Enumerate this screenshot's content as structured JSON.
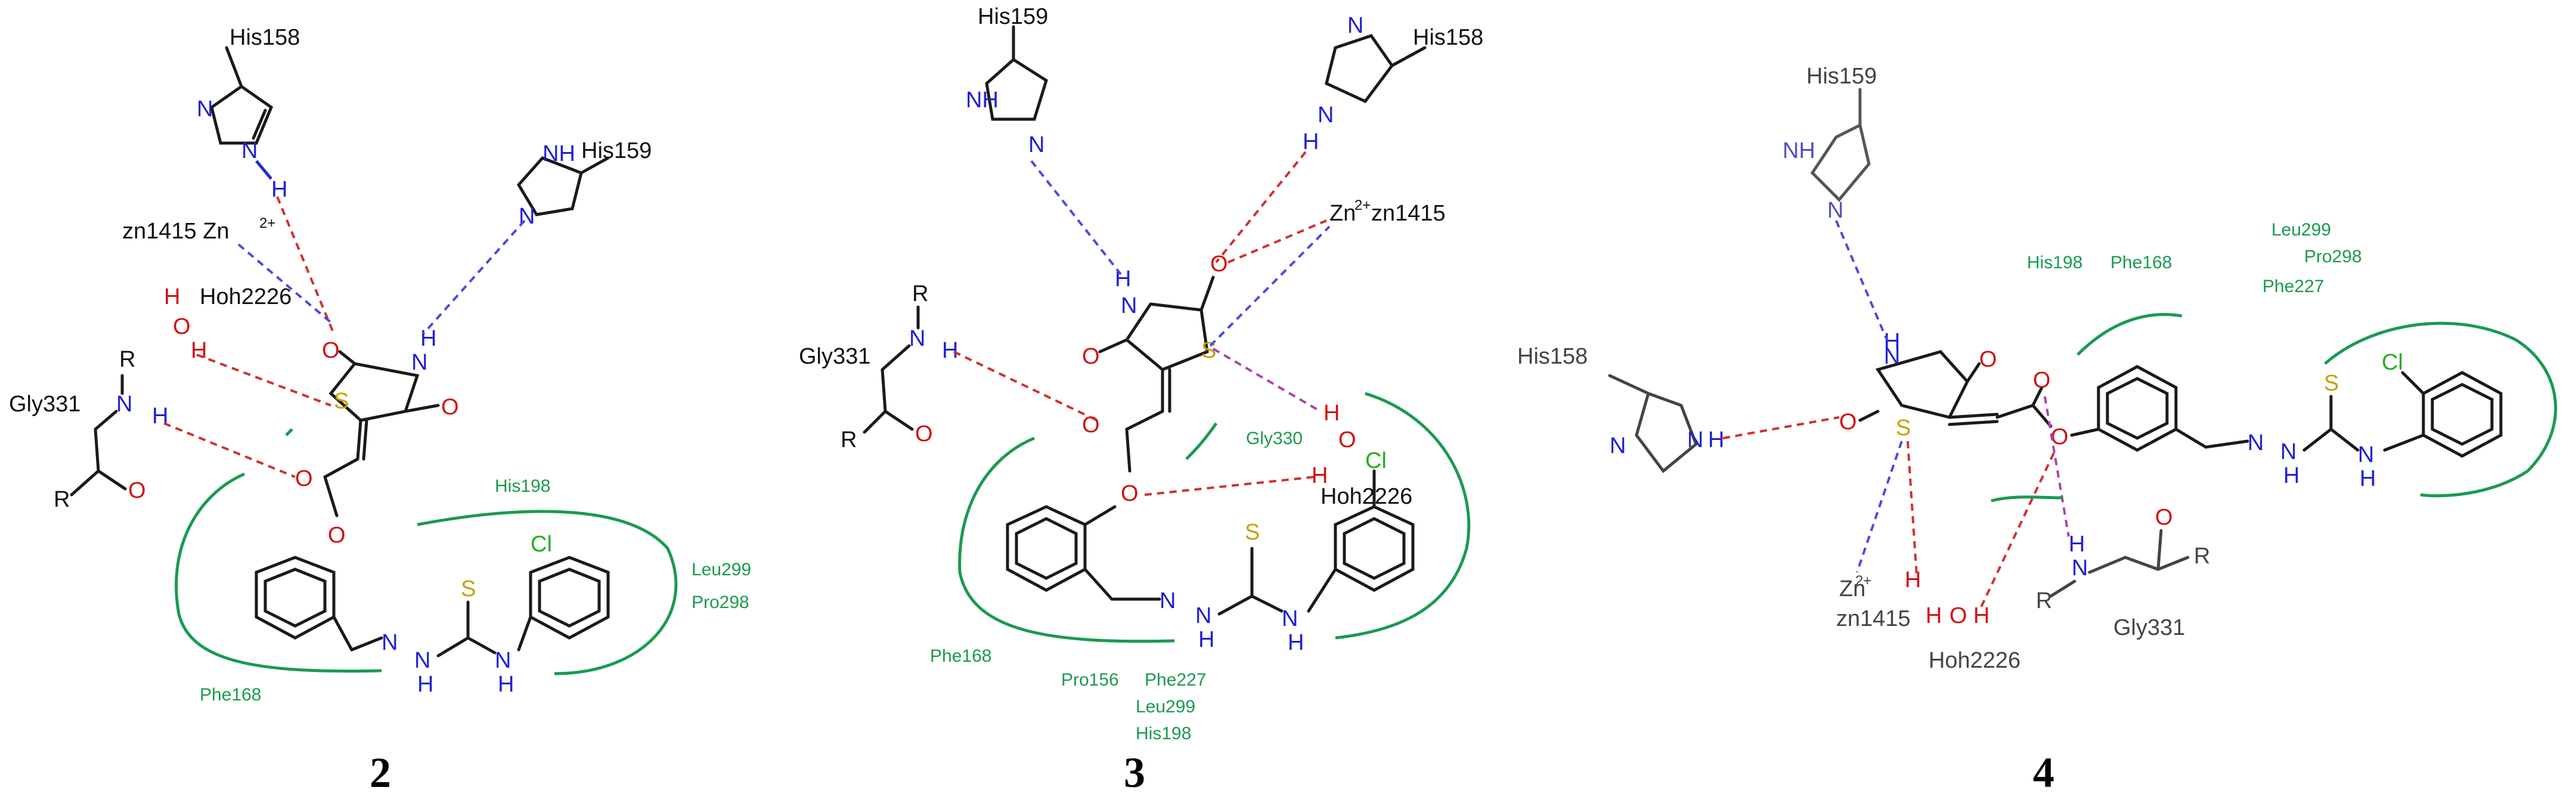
{
  "panels": [
    {
      "number": "2",
      "residues": {
        "his158": "His158",
        "his159": "His159",
        "zn": "zn1415 Zn",
        "zn_charge": "2+",
        "hoh": "Hoh2226",
        "gly": "Gly331"
      },
      "pocket": [
        "His198",
        "Leu299",
        "Pro298",
        "Phe168"
      ]
    },
    {
      "number": "3",
      "residues": {
        "his159": "His159",
        "his158": "His158",
        "zn": "Zn",
        "zn_charge": "2+",
        "zn_id": "zn1415",
        "hoh": "Hoh2226",
        "gly": "Gly331"
      },
      "pocket": [
        "Gly330",
        "Phe168",
        "Pro156",
        "Phe227",
        "Leu299",
        "His198"
      ]
    },
    {
      "number": "4",
      "residues": {
        "his159": "His159",
        "his158": "His158",
        "zn": "Zn",
        "zn_charge": "2+",
        "zn_id": "zn1415",
        "hoh": "Hoh2226",
        "gly": "Gly331"
      },
      "pocket": [
        "His198",
        "Phe168",
        "Leu299",
        "Pro298",
        "Phe227"
      ]
    }
  ],
  "atoms": {
    "N": "N",
    "NH": "NH",
    "H": "H",
    "O": "O",
    "S": "S",
    "Cl": "Cl",
    "R": "R",
    "HO": "H",
    "OH": "O"
  },
  "colors": {
    "carbon": "#1a1a1a",
    "nitrogen": "#2020d0",
    "oxygen": "#d01010",
    "sulfur": "#c8a000",
    "chlorine": "#20b020",
    "pocket": "#1a9a50",
    "hbond_red": "#d03030",
    "hbond_blue": "#4a4ae0"
  }
}
